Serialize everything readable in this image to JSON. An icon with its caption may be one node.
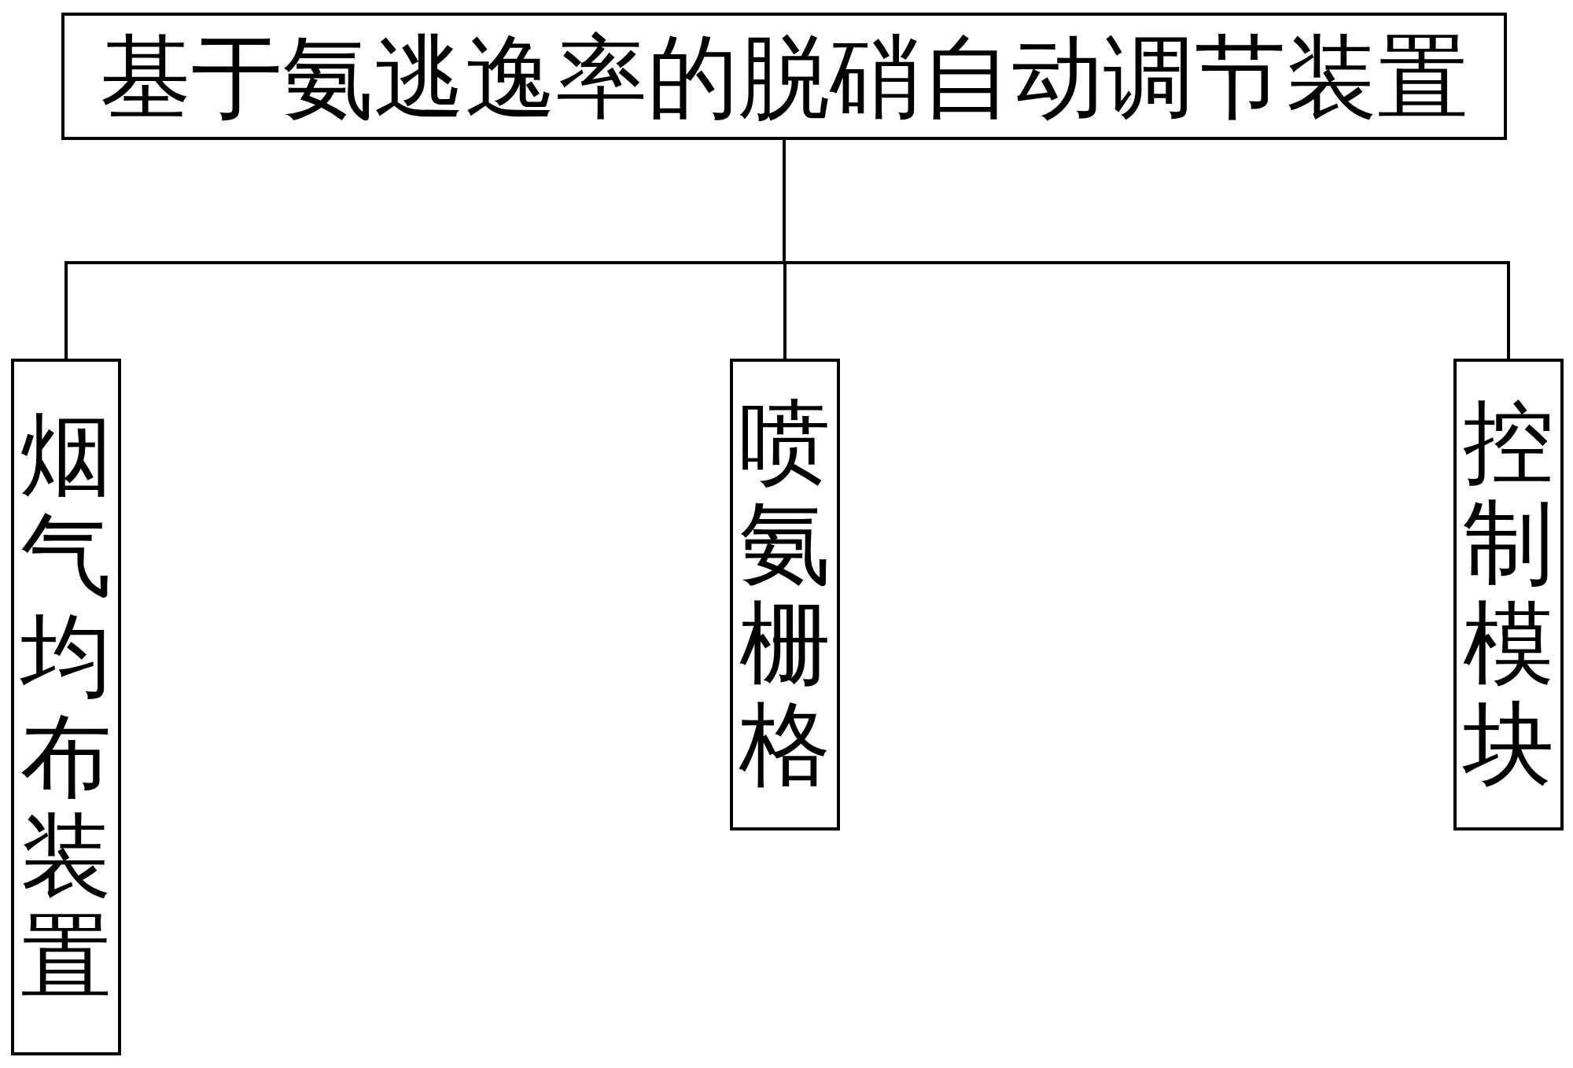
{
  "diagram": {
    "nodes": [
      {
        "text": [
          "基于氨逃逸率的脱硝自动调节装置"
        ]
      },
      {
        "text": [
          "烟气均布装置"
        ]
      },
      {
        "text": [
          "喷氨栅格"
        ]
      },
      {
        "text": [
          "控制模块"
        ]
      }
    ],
    "edges": [
      {
        "from": 0,
        "to": 1,
        "arrow": "none"
      },
      {
        "from": 0,
        "to": 2,
        "arrow": "none"
      },
      {
        "from": 0,
        "to": 3,
        "arrow": "none"
      }
    ]
  }
}
